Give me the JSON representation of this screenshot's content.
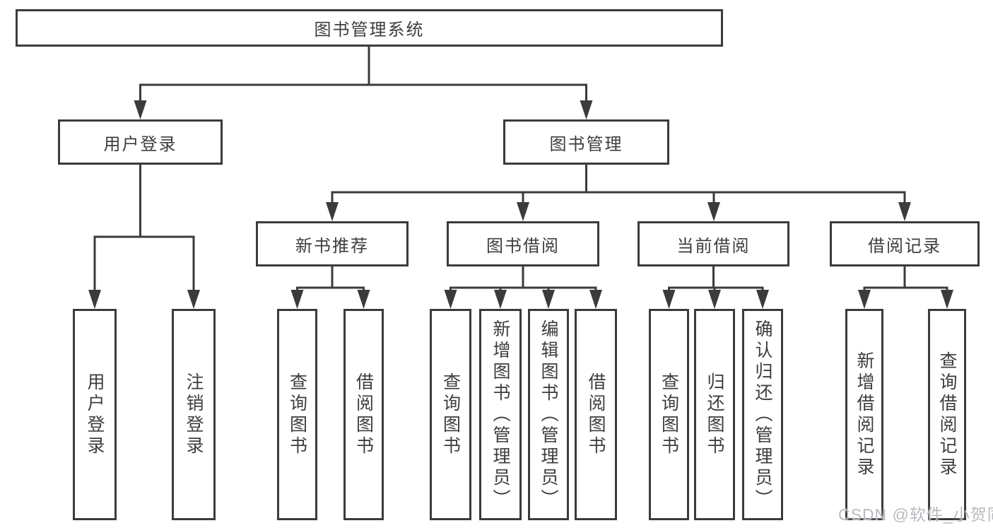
{
  "diagram_title": "图书管理系统",
  "nodes": {
    "root": {
      "label": "图书管理系统"
    },
    "level2": [
      {
        "label": "用户登录"
      },
      {
        "label": "图书管理"
      }
    ],
    "level3": [
      {
        "label": "新书推荐",
        "parent": "图书管理"
      },
      {
        "label": "图书借阅",
        "parent": "图书管理"
      },
      {
        "label": "当前借阅",
        "parent": "图书管理"
      },
      {
        "label": "借阅记录",
        "parent": "图书管理"
      }
    ],
    "leaves": [
      {
        "label": "用户登录",
        "parent": "用户登录"
      },
      {
        "label": "注销登录",
        "parent": "用户登录"
      },
      {
        "label": "查询图书",
        "parent": "新书推荐"
      },
      {
        "label": "借阅图书",
        "parent": "新书推荐"
      },
      {
        "label": "查询图书",
        "parent": "图书借阅"
      },
      {
        "label": "新增图书（管理员）",
        "parent": "图书借阅"
      },
      {
        "label": "编辑图书（管理员）",
        "parent": "图书借阅"
      },
      {
        "label": "借阅图书",
        "parent": "图书借阅"
      },
      {
        "label": "查询图书",
        "parent": "当前借阅"
      },
      {
        "label": "归还图书",
        "parent": "当前借阅"
      },
      {
        "label": "确认归还（管理员）",
        "parent": "当前借阅"
      },
      {
        "label": "新增借阅记录",
        "parent": "借阅记录"
      },
      {
        "label": "查询借阅记录",
        "parent": "借阅记录"
      }
    ]
  },
  "watermark": {
    "text": "CSDN @软件_小贺同学"
  },
  "colors": {
    "line": "#3b3b3b",
    "text": "#3d3d3d",
    "background": "#ffffff",
    "watermark": "#b7bbbf"
  }
}
